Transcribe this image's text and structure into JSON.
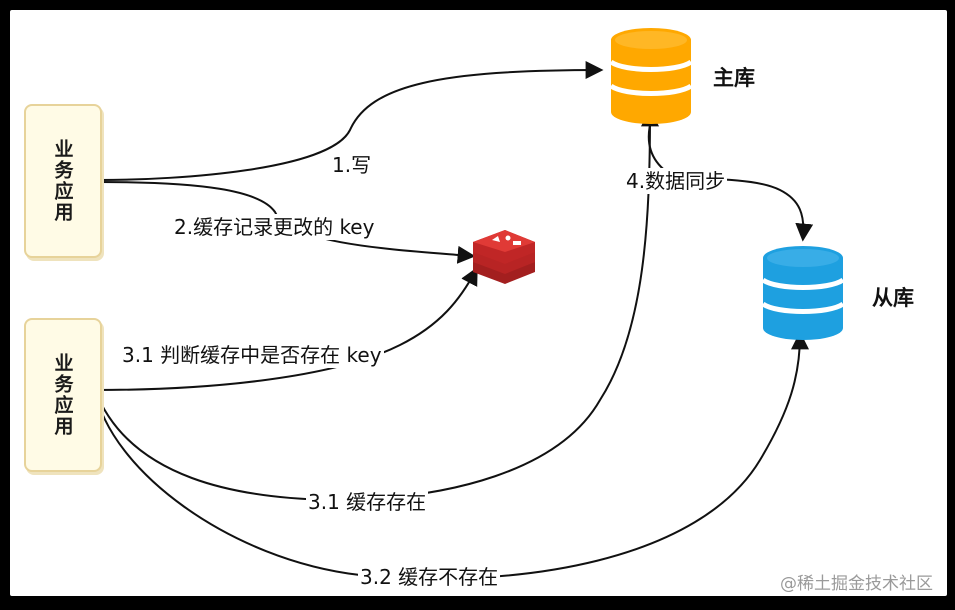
{
  "nodes": {
    "app_top": "业务应用",
    "app_bottom": "业务应用",
    "master_db": "主库",
    "slave_db": "从库"
  },
  "edges": {
    "write": "1.写",
    "cache_record": "2.缓存记录更改的 key",
    "sync": "4.数据同步",
    "check_cache": "3.1 判断缓存中是否存在 key",
    "cache_exists": "3.1 缓存存在",
    "cache_not_exists": "3.2 缓存不存在"
  },
  "watermark": "@稀土掘金技术社区",
  "colors": {
    "master": "#ffa800",
    "slave": "#1ea0e0",
    "redis": "#d52b2a",
    "app_fill": "#fffbe6",
    "app_border": "#e7d39a"
  },
  "icons": {
    "master": "database-icon",
    "slave": "database-icon",
    "cache": "redis-icon"
  }
}
